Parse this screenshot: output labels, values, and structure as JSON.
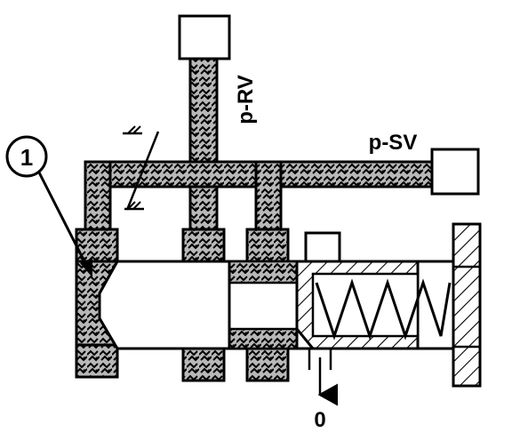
{
  "labels": {
    "callout_number": "1",
    "pressure_rv": "p-RV",
    "pressure_sv": "p-SV",
    "tank_port": "0"
  },
  "colors": {
    "ink": "#000000",
    "fluid_fill": "#b8b8b8",
    "background": "#ffffff"
  }
}
